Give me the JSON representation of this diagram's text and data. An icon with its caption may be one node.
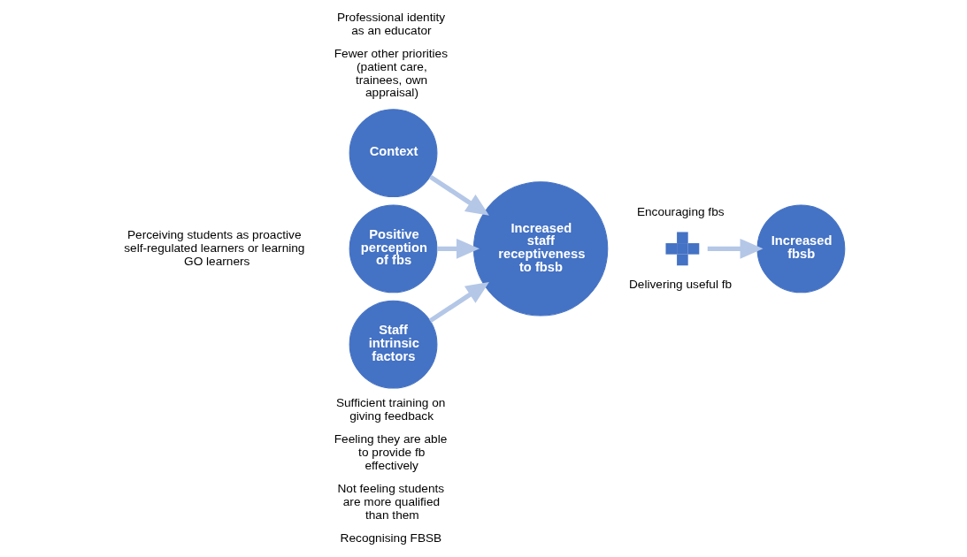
{
  "diagram": {
    "nodes": [
      {
        "text": [
          "Context"
        ],
        "beside": [
          "Professional identity as an educator",
          "Fewer other priorities (patient care, trainees, own appraisal)"
        ]
      },
      {
        "text": [
          "Positive perception of fbs"
        ],
        "beside": [
          "Perceiving students as proactive self-regulated learners or learning GO learners"
        ]
      },
      {
        "text": [
          "Staff intrinsic factors"
        ],
        "beside": [
          "Sufficient training on giving feedback",
          "Feeling they are able to provide fb effectively",
          "Not feeling students are more qualified than them",
          "Recognising FBSB"
        ]
      },
      {
        "text": [
          "Increased staff receptiveness to fbsb"
        ]
      },
      {
        "text": [],
        "shape": "plus",
        "beside": [
          "Encouraging fbs",
          "Delivering useful fb"
        ]
      },
      {
        "text": [
          "Increased fbsb"
        ]
      }
    ],
    "edges": [
      {
        "from": 0,
        "to": 3,
        "arrow": "to"
      },
      {
        "from": 1,
        "to": 3,
        "arrow": "to"
      },
      {
        "from": 2,
        "to": 3,
        "arrow": "to"
      },
      {
        "from": 4,
        "to": 5,
        "arrow": "to"
      }
    ]
  }
}
